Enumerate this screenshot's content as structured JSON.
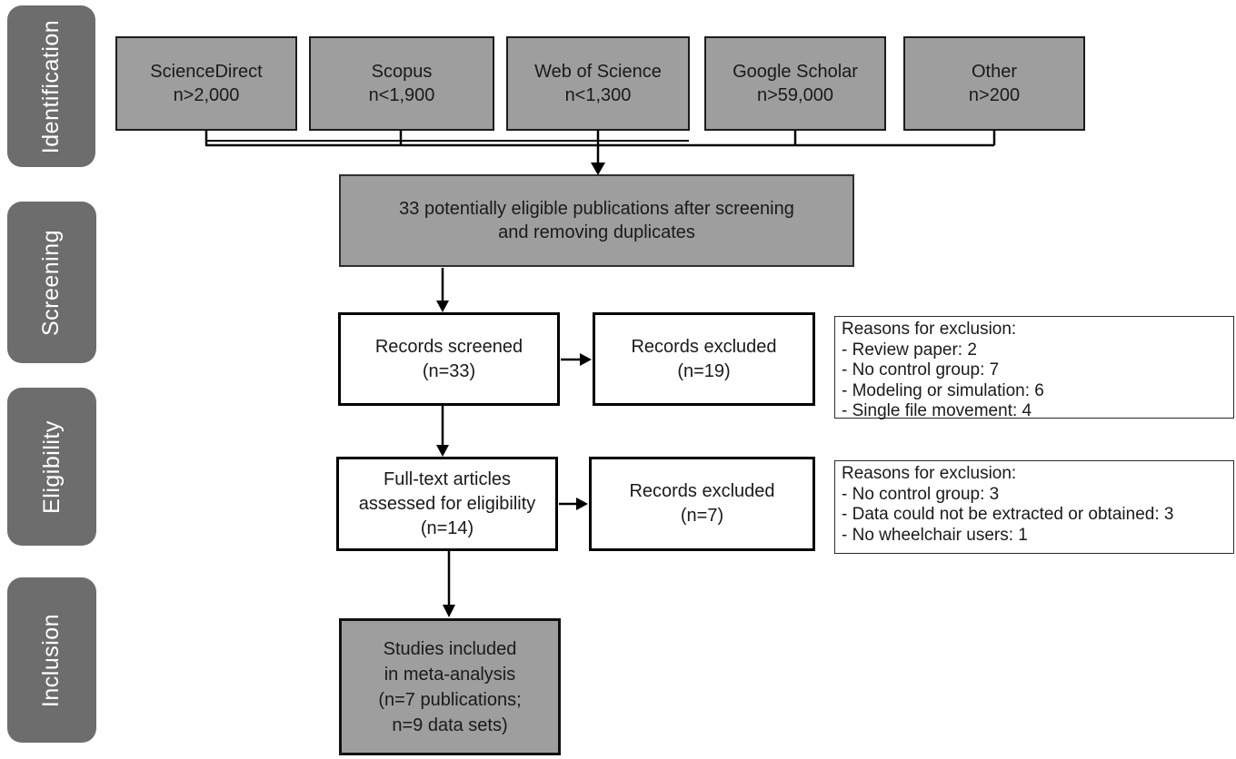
{
  "palette": {
    "stage_gray": "#6d6d6d",
    "box_gray": "#9e9e9e",
    "line_black": "#000000"
  },
  "stages": [
    {
      "label": "Identification"
    },
    {
      "label": "Screening"
    },
    {
      "label": "Eligibility"
    },
    {
      "label": "Inclusion"
    }
  ],
  "sources": [
    {
      "name": "ScienceDirect",
      "count": "n>2,000"
    },
    {
      "name": "Scopus",
      "count": "n<1,900"
    },
    {
      "name": "Web of Science",
      "count": "n<1,300"
    },
    {
      "name": "Google Scholar",
      "count": "n>59,000"
    },
    {
      "name": "Other",
      "count": "n>200"
    }
  ],
  "screening": {
    "pooled": {
      "line1": "33 potentially eligible publications after screening",
      "line2": "and removing duplicates"
    },
    "records_screened": {
      "line1": "Records screened",
      "line2": "(n=33)"
    },
    "records_excluded": {
      "line1": "Records excluded",
      "line2": "(n=19)"
    },
    "reasons": {
      "title": "Reasons for exclusion:",
      "items": [
        "- Review paper: 2",
        "- No control group: 7",
        "- Modeling or simulation: 6",
        "- Single file movement: 4"
      ]
    }
  },
  "eligibility": {
    "fulltext": {
      "line1": "Full-text articles",
      "line2": "assessed for eligibility",
      "line3": "(n=14)"
    },
    "records_excluded": {
      "line1": "Records excluded",
      "line2": "(n=7)"
    },
    "reasons": {
      "title": "Reasons for exclusion:",
      "items": [
        "- No control group: 3",
        "- Data could not be extracted or obtained: 3",
        "- No wheelchair users: 1"
      ]
    }
  },
  "inclusion": {
    "studies": {
      "line1": "Studies included",
      "line2": "in meta-analysis",
      "line3": "(n=7 publications;",
      "line4": "n=9 data sets)"
    }
  }
}
